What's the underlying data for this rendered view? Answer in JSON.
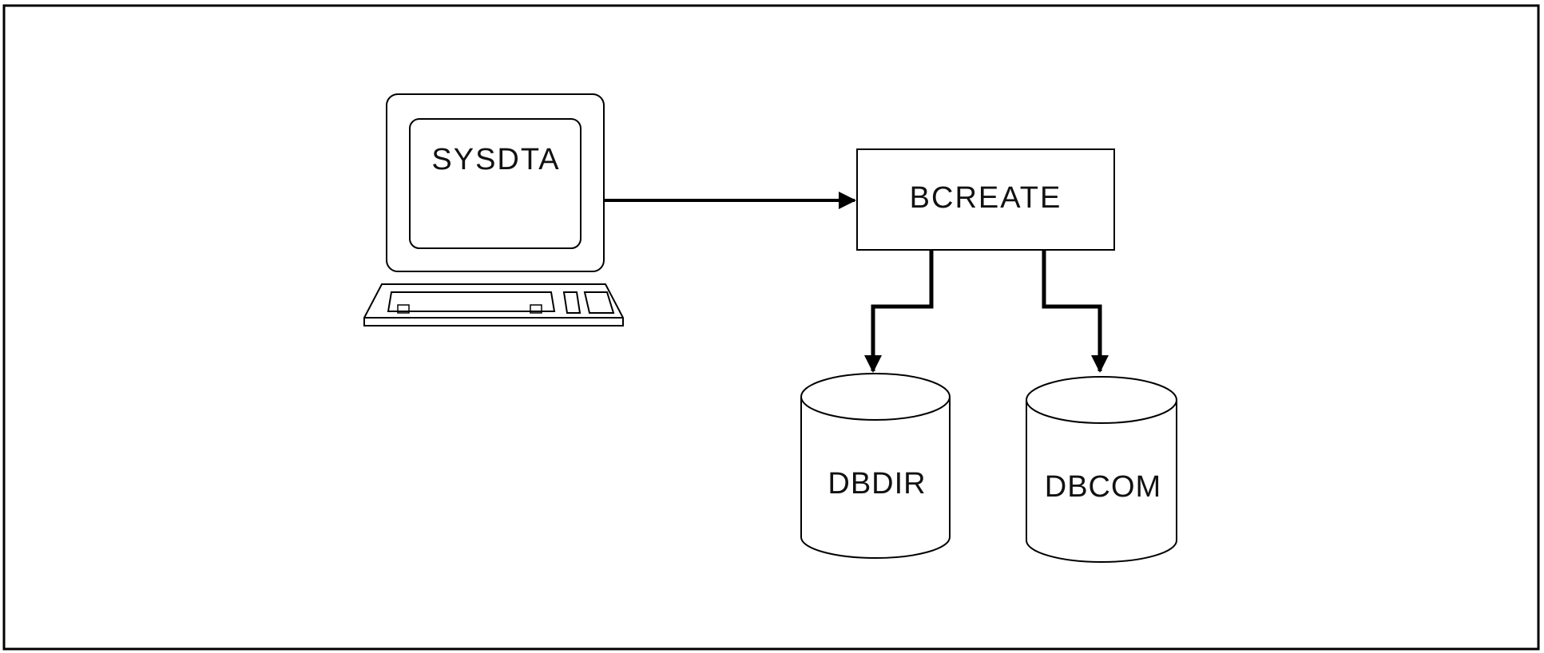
{
  "diagram": {
    "terminal": {
      "label": "SYSDTA",
      "icon": "computer-terminal-icon"
    },
    "process": {
      "label": "BCREATE"
    },
    "databases": [
      {
        "label": "DBDIR",
        "icon": "database-cylinder-icon"
      },
      {
        "label": "DBCOM",
        "icon": "database-cylinder-icon"
      }
    ],
    "colors": {
      "stroke": "#000000",
      "background": "#ffffff",
      "text": "#111111"
    }
  }
}
